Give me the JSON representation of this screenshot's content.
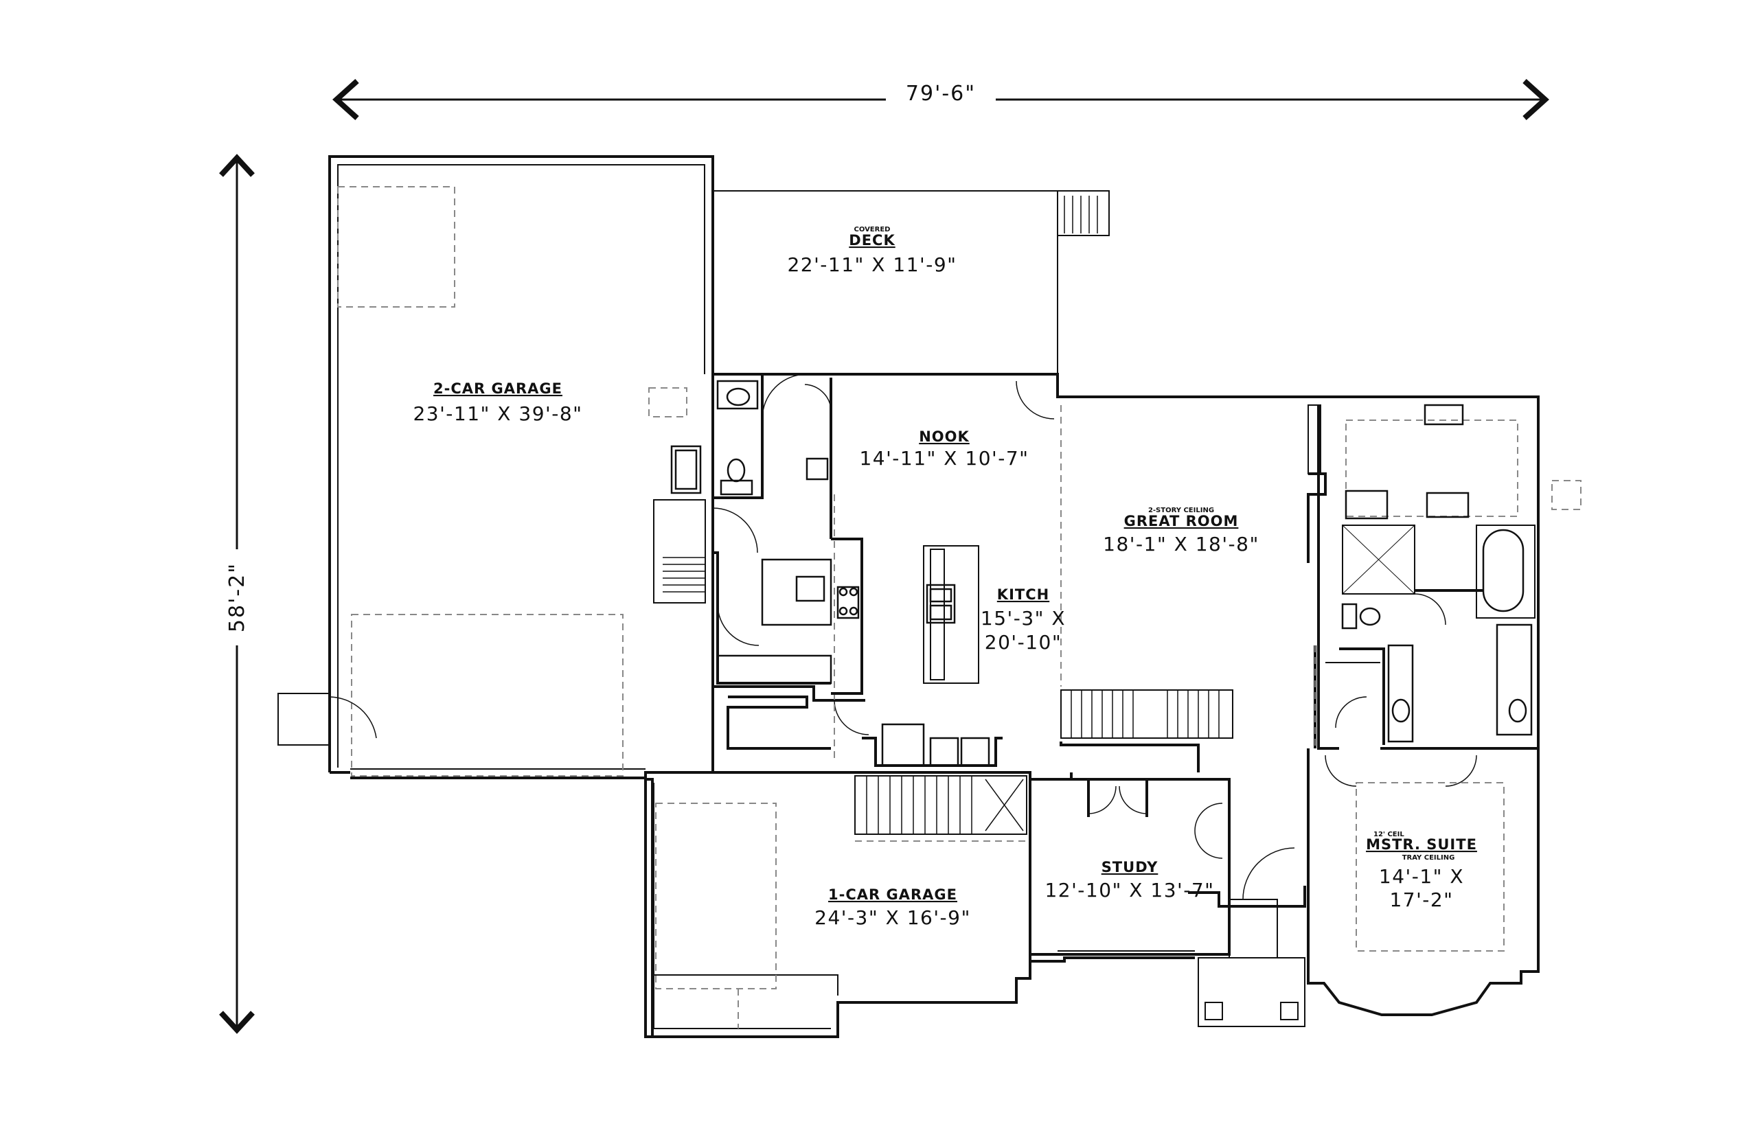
{
  "dimensions": {
    "overall_width": "79'-6\"",
    "overall_depth": "58'-2\""
  },
  "rooms": {
    "garage2": {
      "name": "2-CAR GARAGE",
      "size": "23'-11\" X 39'-8\""
    },
    "deck": {
      "note": "COVERED",
      "name": "DECK",
      "size": "22'-11\" X 11'-9\""
    },
    "nook": {
      "name": "NOOK",
      "size": "14'-11\" X 10'-7\""
    },
    "great_room": {
      "note": "2-STORY CEILING",
      "name": "GREAT ROOM",
      "size": "18'-1\" X 18'-8\""
    },
    "kitchen": {
      "name": "KITCH",
      "size_line1": "15'-3\" X",
      "size_line2": "20'-10\""
    },
    "garage1": {
      "name": "1-CAR GARAGE",
      "size": "24'-3\" X 16'-9\""
    },
    "study": {
      "name": "STUDY",
      "size": "12'-10\" X 13'-7\""
    },
    "master": {
      "note_top": "12' CEIL",
      "name": "MSTR. SUITE",
      "note_bottom": "TRAY CEILING",
      "size_line1": "14'-1\" X",
      "size_line2": "17'-2\""
    }
  }
}
